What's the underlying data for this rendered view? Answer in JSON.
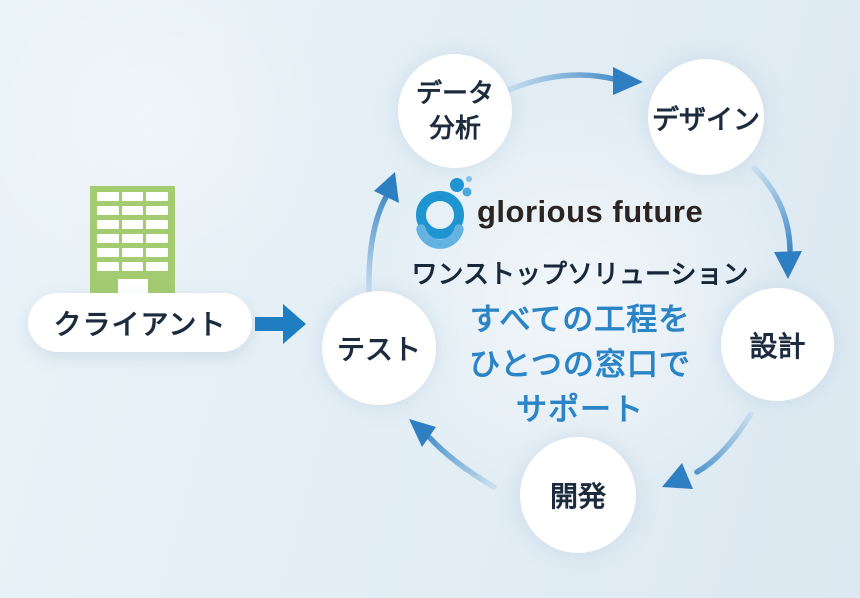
{
  "client": {
    "label": "クライアント",
    "icon": "office-building-icon"
  },
  "cycle": {
    "steps": [
      {
        "id": "data-analysis",
        "lines": [
          "データ",
          "分析"
        ]
      },
      {
        "id": "design",
        "lines": [
          "デザイン"
        ]
      },
      {
        "id": "engineering",
        "lines": [
          "設計"
        ]
      },
      {
        "id": "development",
        "lines": [
          "開発"
        ]
      },
      {
        "id": "testing",
        "lines": [
          "テスト"
        ]
      }
    ]
  },
  "center": {
    "brand_name": "glorious future",
    "tagline": "ワンストップソリューション",
    "message_lines": [
      "すべての工程を",
      "ひとつの窓口で",
      "サポート"
    ]
  },
  "colors": {
    "background_light": "#eaf3f8",
    "background_dark": "#dde9f2",
    "circle_fill": "#ffffff",
    "label_navy": "#1c2c3e",
    "message_blue": "#2b84c6",
    "brand_dark": "#2b2420",
    "building_green": "#a3cb70",
    "arrow_blue": "#2e7fc2",
    "arrow_tail_light": "#c9dfef",
    "logo_blue": "#1e95d0",
    "logo_smile_blue": "#64b2e1"
  }
}
